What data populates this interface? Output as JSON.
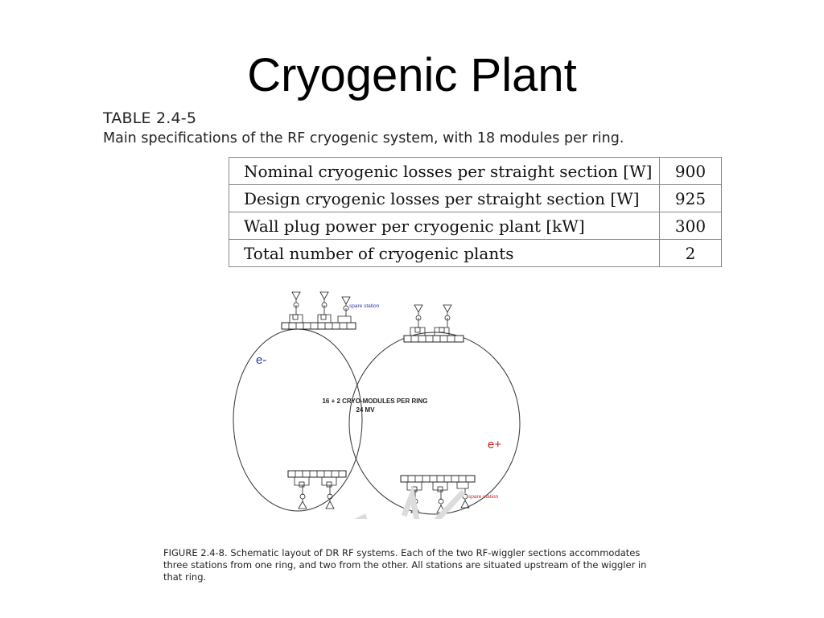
{
  "slide": {
    "title": "Cryogenic Plant"
  },
  "table": {
    "number": "TABLE 2.4-5",
    "caption": "Main specifications of the RF cryogenic system, with 18 modules per ring.",
    "rows": [
      {
        "label": "Nominal cryogenic losses per straight section [W]",
        "value": "900"
      },
      {
        "label": "Design cryogenic losses per straight section [W]",
        "value": "925"
      },
      {
        "label": "Wall plug power per cryogenic plant [kW]",
        "value": "300"
      },
      {
        "label": "Total number of cryogenic plants",
        "value": "2"
      }
    ]
  },
  "diagram": {
    "ring_left_label": "e-",
    "ring_right_label": "e+",
    "center_label_line1": "16 + 2 CRYO-MODULES PER RING",
    "center_label_line2": "24 MV",
    "spare_station_top": "spare station",
    "spare_station_bottom": "spare station",
    "colors": {
      "electron": "#2a3aa8",
      "positron": "#d42020",
      "spare_top": "#2a3aa8",
      "spare_bottom": "#d42020"
    }
  },
  "figure": {
    "caption_line1": "FIGURE 2.4-8.  Schematic layout of DR RF systems.  Each of the two RF-wiggler sections accommodates",
    "caption_line2": "three stations from one ring, and two from the other.  All stations are situated upstream of the wiggler in",
    "caption_line3": "that ring."
  }
}
